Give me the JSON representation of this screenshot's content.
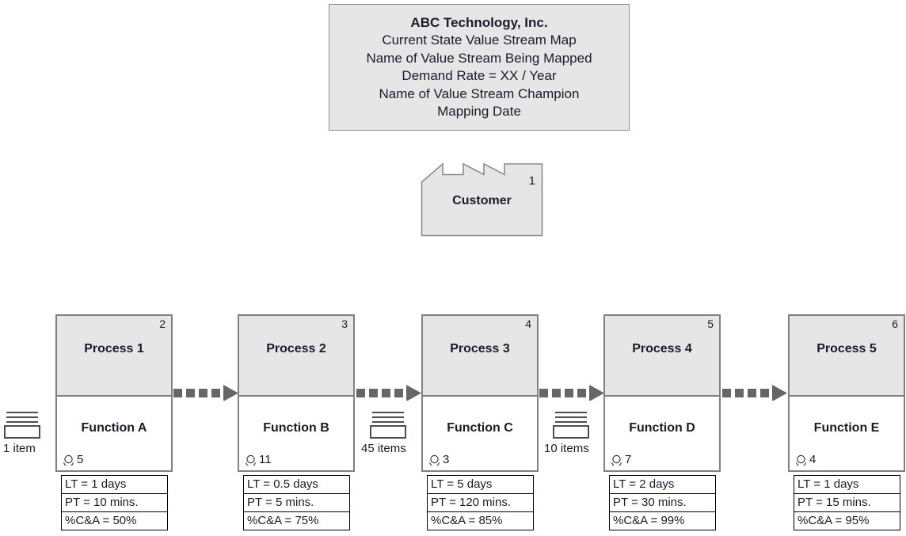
{
  "title_block": {
    "lines": [
      "ABC Technology, Inc.",
      "Current State Value Stream Map",
      "Name of Value Stream Being Mapped",
      "Demand Rate = XX / Year",
      "Name of Value Stream Champion",
      "Mapping Date"
    ]
  },
  "customer": {
    "label": "Customer",
    "number": "1"
  },
  "processes": [
    {
      "number": "2",
      "name": "Process 1",
      "function": "Function A",
      "operators": "5",
      "lead_time": "LT = 1 days",
      "process_time": "PT = 10 mins.",
      "complete_accurate": "%C&A = 50%"
    },
    {
      "number": "3",
      "name": "Process 2",
      "function": "Function B",
      "operators": "11",
      "lead_time": "LT = 0.5 days",
      "process_time": "PT = 5 mins.",
      "complete_accurate": "%C&A = 75%"
    },
    {
      "number": "4",
      "name": "Process 3",
      "function": "Function C",
      "operators": "3",
      "lead_time": "LT = 5 days",
      "process_time": "PT = 120 mins.",
      "complete_accurate": "%C&A = 85%"
    },
    {
      "number": "5",
      "name": "Process 4",
      "function": "Function D",
      "operators": "7",
      "lead_time": "LT = 2 days",
      "process_time": "PT = 30 mins.",
      "complete_accurate": "%C&A = 99%"
    },
    {
      "number": "6",
      "name": "Process 5",
      "function": "Function E",
      "operators": "4",
      "lead_time": "LT = 1 days",
      "process_time": "PT = 15 mins.",
      "complete_accurate": "%C&A = 95%"
    }
  ],
  "inventories": [
    {
      "label": "1 item"
    },
    {
      "label": "45 items"
    },
    {
      "label": "10 items"
    }
  ],
  "icons": {
    "operator": "operator-icon",
    "inventory": "inventory-icon",
    "push_arrow": "push-arrow-icon",
    "customer": "factory-icon"
  },
  "colors": {
    "process_fill": "#e6e6e6",
    "process_border": "#808080",
    "databox_border": "#000000",
    "arrow": "#666666",
    "text": "#1b1b2b"
  }
}
